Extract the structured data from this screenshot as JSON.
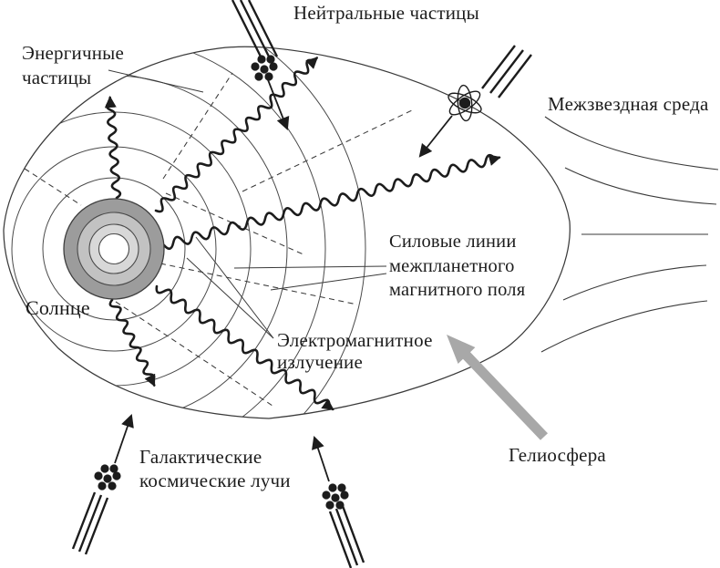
{
  "diagram": {
    "labels": {
      "neutral_particles": "Нейтральные частицы",
      "energetic_particles": [
        "Энергичные",
        "частицы"
      ],
      "interstellar_medium": "Межзвездная среда",
      "magnetic_field_lines": [
        "Силовые линии",
        "межпланетного",
        "магнитного поля"
      ],
      "sun": "Солнце",
      "em_radiation": [
        "Электромагнитное",
        "излучение"
      ],
      "heliosphere": "Гелиосфера",
      "galactic_cosmic_rays": [
        "Галактические",
        "космические лучи"
      ]
    },
    "colors": {
      "ink": "#1c1c1c",
      "thin_line": "#3a3a3a",
      "heliosphere_arrow": "#a8a8a8",
      "sun_outer_ring": "#9c9c9c",
      "sun_mid_ring": "#c2c2c2",
      "sun_inner_ring": "#d8d8d8",
      "sun_core": "#ffffff",
      "background": "#ffffff"
    }
  }
}
